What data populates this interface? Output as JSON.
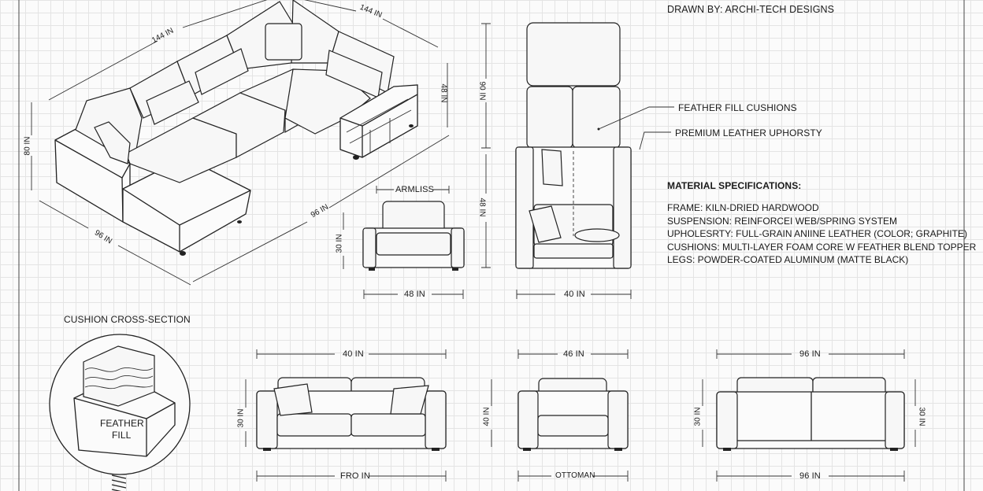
{
  "drawn_by": "DRAWN BY: ARCHI-TECH DESIGNS",
  "callouts": {
    "feather_fill_cushions": "FEATHER FILL CUSHIONS",
    "premium_leather": "PREMIUM LEATHER UPHORSTY"
  },
  "material_specs": {
    "heading": "MATERIAL SPECIFICATIONS:",
    "lines": [
      "FRAME: KILN-DRIED HARDWOOD",
      "SUSPENSION: REINFORCEI WEB/SPRING SYSTEM",
      "UPHOLESRTY: FULL-GRAIN ANIINE LEATHER (COLOR; GRAPHITE)",
      "CUSHIONS: MULTI-LAYER FOAM CORE W FEATHER BLEND TOPPER",
      "LEGS: POWDER-COATED ALUMINUM (MATTE BLACK)"
    ]
  },
  "sectional_dims": {
    "top_left": "144 IN",
    "top_right": "144 IN",
    "right_height": "48 IN",
    "left_height": "80 IN",
    "front": "96 IN",
    "left_depth": "96 IN"
  },
  "armless": {
    "label": "ARMLISS",
    "width": "48 IN",
    "height": "30 IN"
  },
  "top_view": {
    "width": "40 IN",
    "upper_height": "90 IN",
    "lower_height": "48 IN"
  },
  "cross_section": {
    "title": "CUSHION CROSS-SECTION",
    "fill_label_1": "FEATHER",
    "fill_label_2": "FILL"
  },
  "elevations": {
    "sofa": {
      "top": "40 IN",
      "bottom": "FRO IN",
      "height": "30 IN"
    },
    "ottoman": {
      "top": "46 IN",
      "bottom": "OTTOMAN",
      "height": "40 IN"
    },
    "loveseat": {
      "top": "96 IN",
      "bottom": "96 IN",
      "height_left": "30 IN",
      "height_right": "30 IN"
    }
  }
}
